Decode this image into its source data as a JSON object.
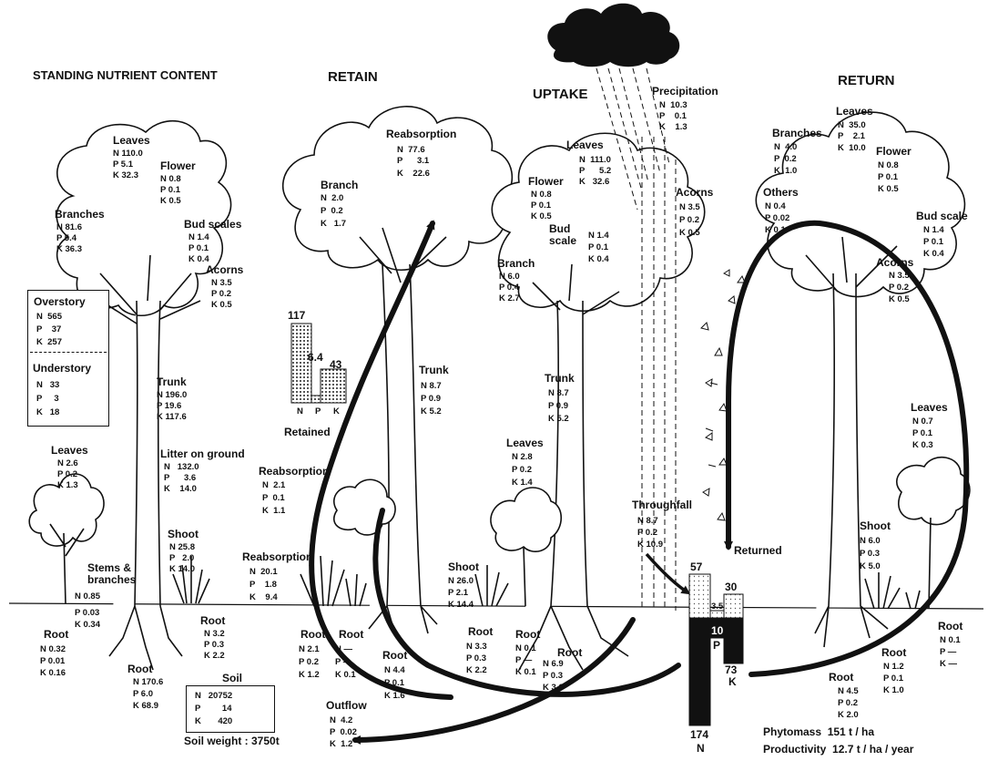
{
  "headers": {
    "standing": "STANDING NUTRIENT CONTENT",
    "retain": "RETAIN",
    "uptake": "UPTAKE",
    "return": "RETURN"
  },
  "standing": {
    "leaves": {
      "label": "Leaves",
      "n": "N 110.0",
      "p": "P 5.1",
      "k": "K 32.3"
    },
    "flower": {
      "label": "Flower",
      "n": "N 0.8",
      "p": "P 0.1",
      "k": "K 0.5"
    },
    "branches": {
      "label": "Branches",
      "n": "N 81.6",
      "p": "P 5.4",
      "k": "K 36.3"
    },
    "bud_scales": {
      "label": "Bud scales",
      "n": "N 1.4",
      "p": "P 0.1",
      "k": "K 0.4"
    },
    "acorns": {
      "label": "Acorns",
      "n": "N 3.5",
      "p": "P 0.2",
      "k": "K 0.5"
    },
    "overstory": {
      "label": "Overstory",
      "n": "N  565",
      "p": "P    37",
      "k": "K  257"
    },
    "understory": {
      "label": "Understory",
      "n": "N   33",
      "p": "P     3",
      "k": "K   18"
    },
    "trunk": {
      "label": "Trunk",
      "n": "N 196.0",
      "p": "P 19.6",
      "k": "K 117.6"
    },
    "litter": {
      "label": "Litter on ground",
      "n": "N   132.0",
      "p": "P      3.6",
      "k": "K    14.0"
    },
    "u_leaves": {
      "label": "Leaves",
      "n": "N 2.6",
      "p": "P 0.2",
      "k": "K 1.3"
    },
    "stems": {
      "label": "Stems &\nbranches",
      "n": "N 0.85",
      "p": "P 0.03",
      "k": "K 0.34"
    },
    "shoot": {
      "label": "Shoot",
      "n": "N 25.8",
      "p": "P   2.0",
      "k": "K 14.0"
    },
    "root_small": {
      "label": "Root",
      "n": "N 3.2",
      "p": "P 0.3",
      "k": "K 2.2"
    },
    "root_left": {
      "label": "Root",
      "n": "N 0.32",
      "p": "P 0.01",
      "k": "K 0.16"
    },
    "root_big": {
      "label": "Root",
      "n": "N 170.6",
      "p": "P 6.0",
      "k": "K 68.9"
    },
    "soil": {
      "label": "Soil",
      "n": "N   20752",
      "p": "P         14",
      "k": "K       420"
    },
    "soil_weight": "Soil weight : 3750t"
  },
  "retain": {
    "reabsorption_top": {
      "label": "Reabsorption",
      "n": "N  77.6",
      "p": "P      3.1",
      "k": "K    22.6"
    },
    "branch": {
      "label": "Branch",
      "n": "N  2.0",
      "p": "P  0.2",
      "k": "K   1.7"
    },
    "trunk": {
      "label": "Trunk",
      "n": "N 8.7",
      "p": "P 0.9",
      "k": "K 5.2"
    },
    "reabsorption_mid": {
      "label": "Reabsorption",
      "n": "N  2.1",
      "p": "P  0.1",
      "k": "K  1.1"
    },
    "reabsorption_low": {
      "label": "Reabsorption",
      "n": "N  20.1",
      "p": "P    1.8",
      "k": "K    9.4"
    },
    "root1": {
      "label": "Root",
      "n": "N 2.1",
      "p": "P 0.2",
      "k": "K 1.2"
    },
    "root2": {
      "label": "Root",
      "n": "N —",
      "p": "P —",
      "k": "K 0.1"
    },
    "retained": {
      "label": "Retained",
      "values": [
        "117",
        "6.4",
        "43"
      ],
      "letters": [
        "N",
        "P",
        "K"
      ]
    }
  },
  "uptake": {
    "leaves": {
      "label": "Leaves",
      "n": "N  111.0",
      "p": "P      5.2",
      "k": "K   32.6"
    },
    "flower": {
      "label": "Flower",
      "n": "N 0.8",
      "p": "P 0.1",
      "k": "K 0.5"
    },
    "bud_scale": {
      "label": "Bud\nscale",
      "n": "N 1.4",
      "p": "P 0.1",
      "k": "K 0.4"
    },
    "acorns": {
      "label": "Acorns",
      "n": "N 3.5",
      "p": "P 0.2",
      "k": "K 0.5"
    },
    "branch": {
      "label": "Branch",
      "n": "N 6.0",
      "p": "P 0.4",
      "k": "K 2.7"
    },
    "trunk": {
      "label": "Trunk",
      "n": "N 8.7",
      "p": "P 0.9",
      "k": "K 5.2"
    },
    "leaves_small": {
      "label": "Leaves",
      "n": "N 2.8",
      "p": "P 0.2",
      "k": "K 1.4"
    },
    "shoot": {
      "label": "Shoot",
      "n": "N 26.0",
      "p": "P 2.1",
      "k": "K 14.4"
    },
    "root1": {
      "label": "Root",
      "n": "N 3.3",
      "p": "P 0.3",
      "k": "K 2.2"
    },
    "root2": {
      "label": "Root",
      "n": "N 0.1",
      "p": "P —",
      "k": "K 0.1"
    },
    "root3": {
      "label": "Root",
      "n": "N 4.4",
      "p": "P 0.1",
      "k": "K 1.6"
    },
    "root4": {
      "label": "Root",
      "n": "N 6.9",
      "p": "P 0.3",
      "k": "K 3.6"
    },
    "outflow": {
      "label": "Outflow",
      "n": "N  4.2",
      "p": "P  0.02",
      "k": "K  1.2"
    },
    "precipitation": {
      "label": "Precipitation",
      "n": "N  10.3",
      "p": "P    0.1",
      "k": "K    1.3"
    },
    "throughfall": {
      "label": "Throughfall",
      "n": "N 8.7",
      "p": "P 0.2",
      "k": "K 10.9"
    }
  },
  "return": {
    "leaves": {
      "label": "Leaves",
      "n": "N  35.0",
      "p": "P    2.1",
      "k": "K  10.0"
    },
    "branches": {
      "label": "Branches",
      "n": "N  4.0",
      "p": "P  0.2",
      "k": "K  1.0"
    },
    "flower": {
      "label": "Flower",
      "n": "N 0.8",
      "p": "P 0.1",
      "k": "K 0.5"
    },
    "others": {
      "label": "Others",
      "n": "N 0.4",
      "p": "P 0.02",
      "k": "K 0.1"
    },
    "bud_scale": {
      "label": "Bud scale",
      "n": "N 1.4",
      "p": "P 0.1",
      "k": "K 0.4"
    },
    "acorns": {
      "label": "Acorns",
      "n": "N 3.5",
      "p": "P 0.2",
      "k": "K 0.5"
    },
    "u_leaves": {
      "label": "Leaves",
      "n": "N 0.7",
      "p": "P 0.1",
      "k": "K 0.3"
    },
    "shoot": {
      "label": "Shoot",
      "n": "N 6.0",
      "p": "P 0.3",
      "k": "K 5.0"
    },
    "root1": {
      "label": "Root",
      "n": "N 4.5",
      "p": "P 0.2",
      "k": "K 2.0"
    },
    "root2": {
      "label": "Root",
      "n": "N 1.2",
      "p": "P 0.1",
      "k": "K 1.0"
    },
    "root3": {
      "label": "Root",
      "n": "N 0.1",
      "p": "P —",
      "k": "K —"
    },
    "returned": "Returned"
  },
  "budget": {
    "bars_top": [
      "57",
      "30"
    ],
    "mid": "3.5",
    "p": {
      "value": "10",
      "letter": "P"
    },
    "k": {
      "value": "73",
      "letter": "K"
    },
    "n": {
      "value": "174",
      "letter": "N"
    }
  },
  "footer": {
    "phytomass": "Phytomass  151 t / ha",
    "productivity": "Productivity  12.7 t / ha / year"
  }
}
